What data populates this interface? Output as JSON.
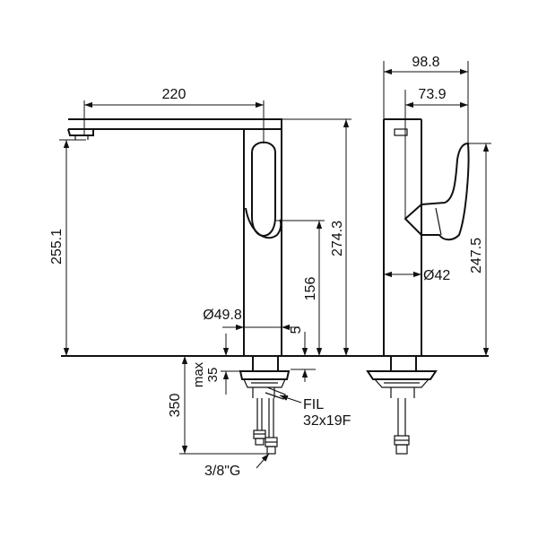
{
  "dimensions": {
    "spout_reach": "220",
    "height_to_spout": "255.1",
    "overall_height": "274.3",
    "lever_height": "156",
    "base_diameter": "Ø49.8",
    "base_thickness": "5",
    "max_label": "max",
    "max_value": "35",
    "hose_length": "350",
    "thread_line1": "FIL",
    "thread_line2": "32x19F",
    "connection": "3/8\"G",
    "side_width": "98.8",
    "side_handle": "73.9",
    "side_diameter": "Ø42",
    "side_height": "247.5"
  }
}
